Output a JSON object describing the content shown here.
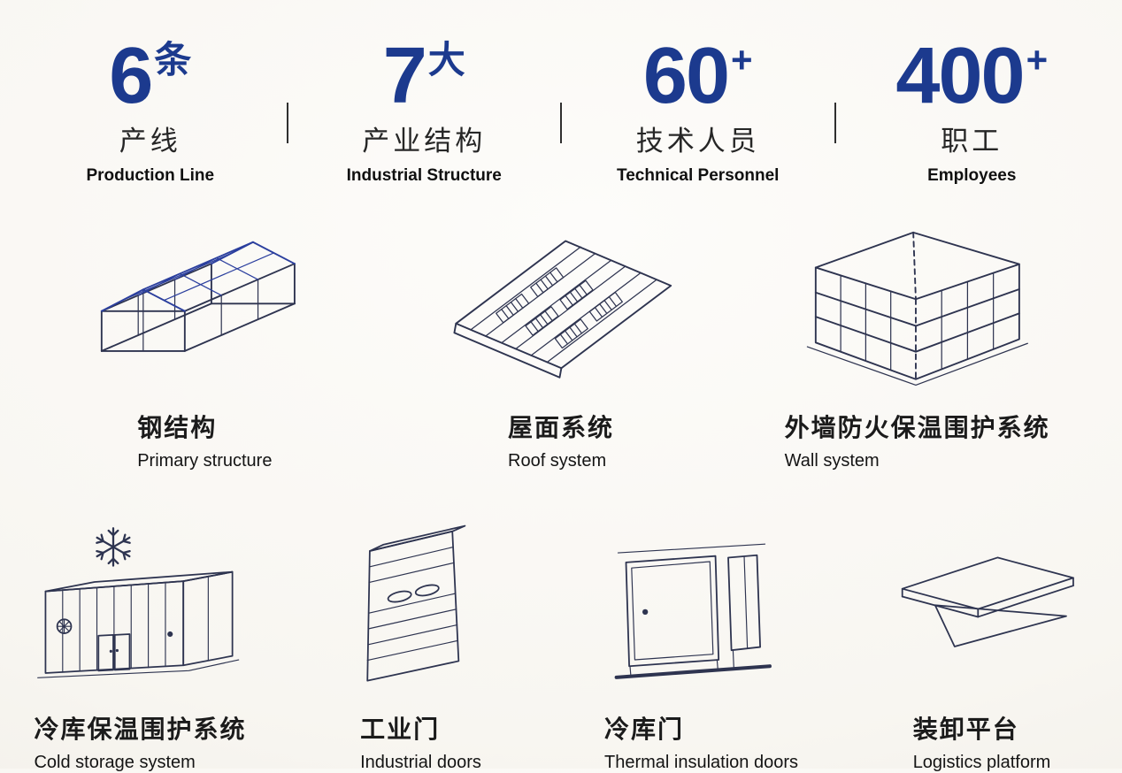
{
  "colors": {
    "stat_blue": "#1c3a8e",
    "steel_blue": "#2b3f9e",
    "line_ink": "#2e3450"
  },
  "stats": [
    {
      "number": "6",
      "suffix": "条",
      "label_cn": "产线",
      "label_en": "Production Line"
    },
    {
      "number": "7",
      "suffix": "大",
      "label_cn": "产业结构",
      "label_en": "Industrial Structure"
    },
    {
      "number": "60",
      "suffix": "+",
      "label_cn": "技术人员",
      "label_en": "Technical Personnel"
    },
    {
      "number": "400",
      "suffix": "+",
      "label_cn": "职工",
      "label_en": "Employees"
    }
  ],
  "products": [
    {
      "icon": "steel-structure-icon",
      "name_cn": "钢结构",
      "name_en": "Primary structure"
    },
    {
      "icon": "roof-system-icon",
      "name_cn": "屋面系统",
      "name_en": "Roof system"
    },
    {
      "icon": "wall-system-icon",
      "name_cn": "外墙防火保温围护系统",
      "name_en": "Wall system"
    },
    {
      "icon": "cold-storage-icon",
      "name_cn": "冷库保温围护系统",
      "name_en": "Cold storage system"
    },
    {
      "icon": "industrial-door-icon",
      "name_cn": "工业门",
      "name_en": "Industrial doors"
    },
    {
      "icon": "insulation-door-icon",
      "name_cn": "冷库门",
      "name_en": "Thermal insulation doors"
    },
    {
      "icon": "loading-platform-icon",
      "name_cn": "装卸平台",
      "name_en": "Logistics platform"
    }
  ]
}
